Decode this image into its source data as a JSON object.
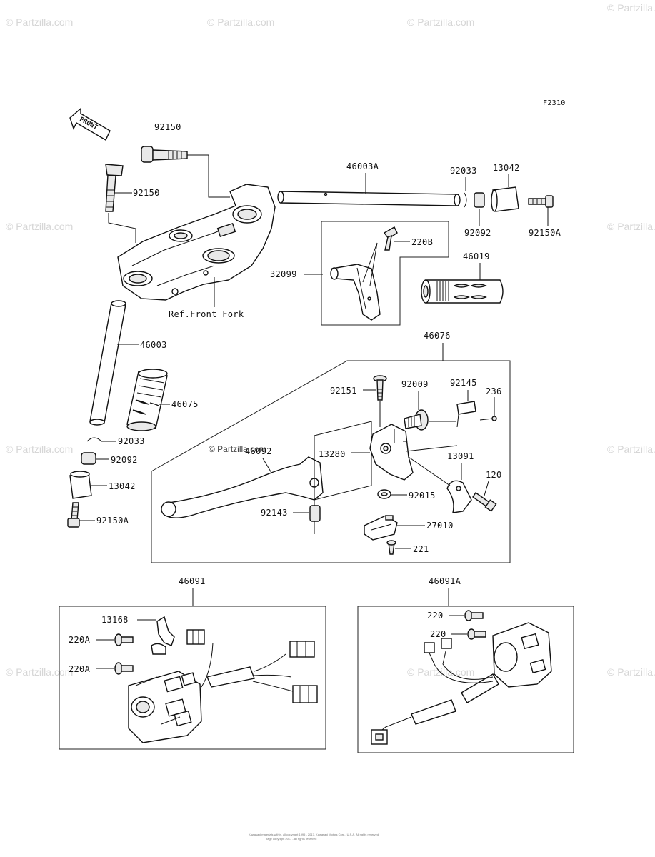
{
  "figure_code": "F2310",
  "front_label": "FRONT",
  "ref_note": "Ref.Front Fork",
  "watermark": "© Partzilla.com",
  "watermark_center": "© Partzilla.com",
  "footer_line1": "Kawasaki materials within, all copyright 1995 - 2017, Kawasaki Motors Corp., U.S.A. All rights reserved.",
  "footer_line2": "page copyright 2017 - all rights reserved",
  "parts": {
    "p92150_top": "92150",
    "p92150_left": "92150",
    "p46003A": "46003A",
    "p92033_r": "92033",
    "p13042_r": "13042",
    "p92092_r": "92092",
    "p92150A_r": "92150A",
    "p220B": "220B",
    "p32099": "32099",
    "p46019": "46019",
    "p46003": "46003",
    "p46075": "46075",
    "p92033_l": "92033",
    "p92092_l": "92092",
    "p13042_l": "13042",
    "p92150A_l": "92150A",
    "p46076": "46076",
    "p92151": "92151",
    "p92009": "92009",
    "p92145": "92145",
    "p236": "236",
    "p46092": "46092",
    "p13280": "13280",
    "p13091": "13091",
    "p120": "120",
    "p92015": "92015",
    "p92143": "92143",
    "p27010": "27010",
    "p221": "221",
    "p46091": "46091",
    "p13168": "13168",
    "p220A_1": "220A",
    "p220A_2": "220A",
    "p46091A": "46091A",
    "p220_1": "220",
    "p220_2": "220"
  }
}
